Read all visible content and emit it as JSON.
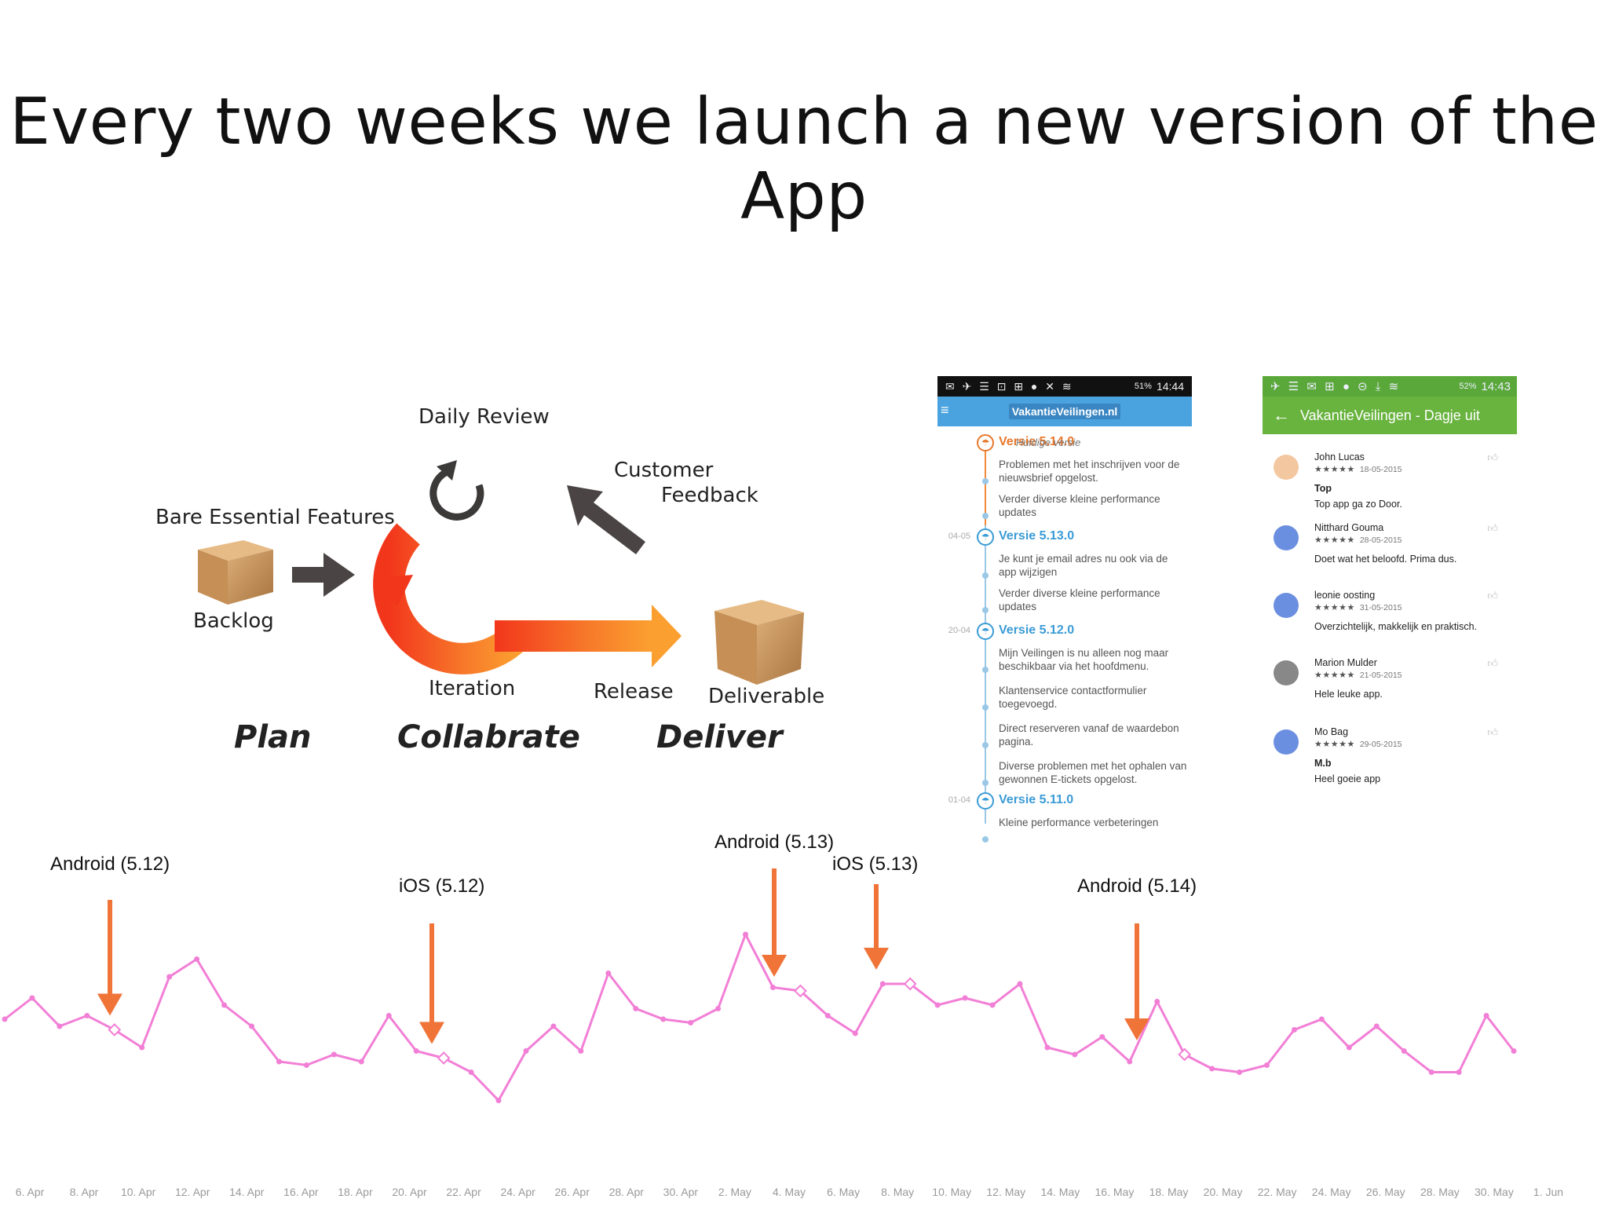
{
  "slide": {
    "title": "Every two weeks we launch a new version of the App"
  },
  "cycle": {
    "daily_review": "Daily Review",
    "customer_feedback_line1": "Customer",
    "customer_feedback_line2": "Feedback",
    "bare_essential": "Bare Essential Features",
    "backlog": "Backlog",
    "iteration": "Iteration",
    "release": "Release",
    "deliverable": "Deliverable",
    "plan": "Plan",
    "collabrate": "Collabrate",
    "deliver": "Deliver",
    "colors": {
      "loop": "#f45a24",
      "arrow_dark": "#4a4544",
      "box": "#c9955c"
    }
  },
  "phone_changelog": {
    "status_battery": "51%",
    "status_time": "14:44",
    "logo": "VakantieVeilingen.nl",
    "versions": [
      {
        "date": "",
        "title": "Versie 5.14.0",
        "note": "Huidige versie",
        "color": "#e8782c",
        "items": [
          "Problemen met het inschrijven voor de nieuwsbrief opgelost.",
          "Verder diverse kleine performance updates"
        ]
      },
      {
        "date": "04-05",
        "title": "Versie 5.13.0",
        "note": "",
        "color": "#3a9bd6",
        "items": [
          "Je kunt je email adres nu ook via de app wijzigen",
          "Verder diverse kleine performance updates"
        ]
      },
      {
        "date": "20-04",
        "title": "Versie 5.12.0",
        "note": "",
        "color": "#3a9bd6",
        "items": [
          "Mijn Veilingen is nu alleen nog maar beschikbaar via het hoofdmenu.",
          "Klantenservice contactformulier toegevoegd.",
          "Direct reserveren vanaf de waardebon pagina.",
          "Diverse problemen met het ophalen van gewonnen E-tickets opgelost."
        ]
      },
      {
        "date": "01-04",
        "title": "Versie 5.11.0",
        "note": "",
        "color": "#3a9bd6",
        "items": [
          "Kleine performance verbeteringen"
        ]
      }
    ]
  },
  "phone_reviews": {
    "status_battery": "52%",
    "status_time": "14:43",
    "header_title": "VakantieVeilingen - Dagje uit",
    "stars": "★★★★★",
    "reviews": [
      {
        "name": "John Lucas",
        "date": "18-05-2015",
        "title": "Top",
        "text": "Top app ga zo Door."
      },
      {
        "name": "Nitthard Gouma",
        "date": "28-05-2015",
        "title": "",
        "text": "Doet wat het beloofd. Prima dus."
      },
      {
        "name": "leonie oosting",
        "date": "31-05-2015",
        "title": "",
        "text": "Overzichtelijk, makkelijk en praktisch."
      },
      {
        "name": "Marion Mulder",
        "date": "21-05-2015",
        "title": "",
        "text": "Hele leuke app."
      },
      {
        "name": "Mo Bag",
        "date": "29-05-2015",
        "title": "M.b",
        "text": "Heel goeie app"
      }
    ]
  },
  "releases": [
    {
      "label": "Android (5.12)"
    },
    {
      "label": "iOS (5.12)"
    },
    {
      "label": "Android (5.13)"
    },
    {
      "label": "iOS (5.13)"
    },
    {
      "label": "Android (5.14)"
    }
  ],
  "chart_data": {
    "type": "line",
    "title": "",
    "xlabel": "",
    "ylabel": "",
    "tick_labels": [
      "6. Apr",
      "8. Apr",
      "10. Apr",
      "12. Apr",
      "14. Apr",
      "16. Apr",
      "18. Apr",
      "20. Apr",
      "22. Apr",
      "24. Apr",
      "26. Apr",
      "28. Apr",
      "30. Apr",
      "2. May",
      "4. May",
      "6. May",
      "8. May",
      "10. May",
      "12. May",
      "14. May",
      "16. May",
      "18. May",
      "20. May",
      "22. May",
      "24. May",
      "26. May",
      "28. May",
      "30. May",
      "1. Jun"
    ],
    "series": [
      {
        "color": "#f27fd6",
        "values": [
          36,
          42,
          34,
          37,
          33,
          28,
          48,
          53,
          40,
          34,
          24,
          23,
          26,
          24,
          37,
          27,
          25,
          21,
          13,
          27,
          34,
          27,
          49,
          39,
          36,
          35,
          39,
          60,
          45,
          44,
          37,
          32,
          46,
          46,
          40,
          42,
          40,
          46,
          28,
          26,
          31,
          24,
          41,
          26,
          22,
          21,
          23,
          33,
          36,
          28,
          34,
          27,
          21,
          21,
          37,
          27
        ],
        "marked_indices": [
          4,
          16,
          29,
          33,
          43
        ]
      }
    ],
    "line_color": "#f27fd6",
    "arrow_color": "#f07338",
    "grid": false
  }
}
